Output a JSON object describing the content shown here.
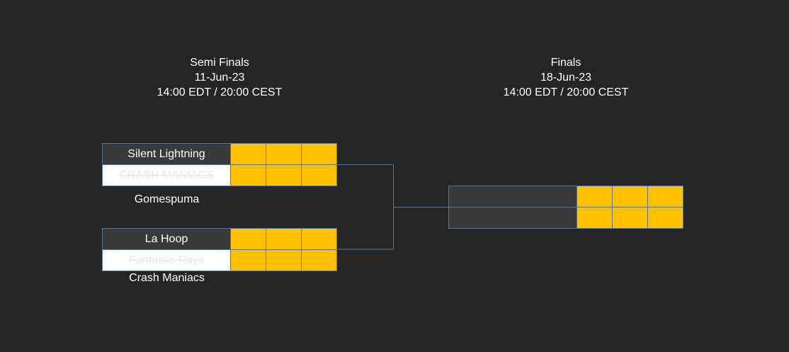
{
  "rounds": {
    "semi": {
      "name": "Semi Finals",
      "date": "11-Jun-23",
      "time": "14:00 EDT / 20:00 CEST"
    },
    "final": {
      "name": "Finals",
      "date": "18-Jun-23",
      "time": "14:00 EDT / 20:00 CEST"
    }
  },
  "semi_matches": [
    {
      "team1": "Silent Lightning",
      "team2": "CRASH MANIACS",
      "winner_label": "Gomespuma"
    },
    {
      "team1": "La Hoop",
      "team2": "Fantastic Roys",
      "winner_label": "Crash Maniacs"
    }
  ],
  "final_match": {
    "team1": "",
    "team2": ""
  },
  "colors": {
    "background": "#252525",
    "score_cell": "#ffc000",
    "team_cell_dark": "#3a3a3a",
    "team_cell_light": "#ffffff",
    "border": "#5a7591"
  }
}
